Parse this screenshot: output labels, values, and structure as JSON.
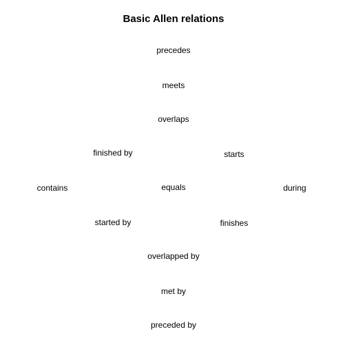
{
  "title": "Basic Allen relations",
  "relations": {
    "precedes": "precedes",
    "meets": "meets",
    "overlaps": "overlaps",
    "finished_by": "finished by",
    "starts": "starts",
    "contains": "contains",
    "equals": "equals",
    "during": "during",
    "started_by": "started by",
    "finishes": "finishes",
    "overlapped_by": "overlapped by",
    "met_by": "met by",
    "preceded_by": "preceded by"
  }
}
